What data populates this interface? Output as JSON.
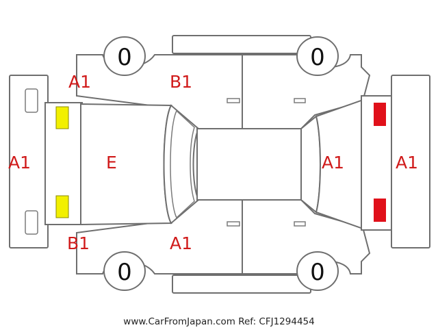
{
  "diagram": {
    "labels": {
      "front_bumper": "A1",
      "rear_bumper": "A1",
      "bonnet": "E",
      "tailgate": "A1",
      "front_left_fender": "A1",
      "front_right_fender": "B1",
      "left_front_door_front": "B1",
      "right_front_door_front": "A1"
    },
    "tires": {
      "front_left": "0",
      "front_right": "0",
      "rear_left": "0",
      "rear_right": "0"
    },
    "colors": {
      "label_red": "#d01a1a",
      "headlight_yellow": "#f2f000",
      "taillight_red": "#e0101a",
      "outline_gray": "#6e6e6e"
    }
  },
  "footer": {
    "text": "www.CarFromJapan.com Ref: CFJ1294454"
  }
}
